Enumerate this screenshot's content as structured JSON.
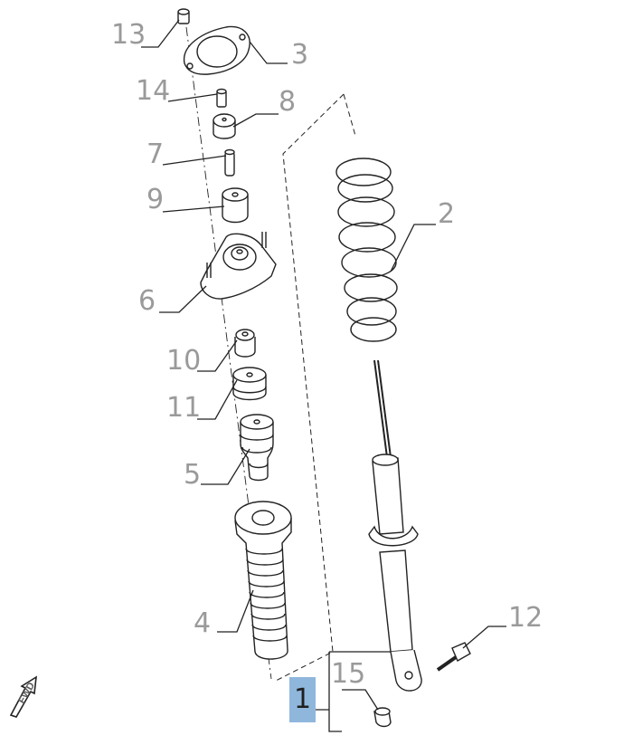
{
  "fwd_label": "FWD",
  "highlight_color": "#8fb7dc",
  "callouts": {
    "c1": "1",
    "c2": "2",
    "c3": "3",
    "c4": "4",
    "c5": "5",
    "c6": "6",
    "c7": "7",
    "c8": "8",
    "c9": "9",
    "c10": "10",
    "c11": "11",
    "c12": "12",
    "c13": "13",
    "c14": "14",
    "c15": "15"
  }
}
